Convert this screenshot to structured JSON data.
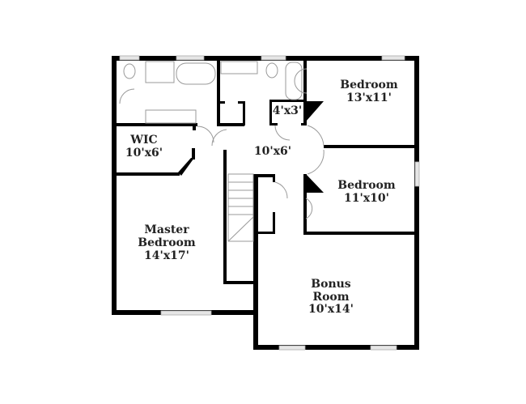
{
  "rooms": [
    {
      "name": "Bedroom",
      "size": "13'x11'"
    },
    {
      "name": "Bedroom",
      "size": "11'x10'"
    },
    {
      "name": "WIC",
      "size": "10'x6'"
    },
    {
      "name": "Master",
      "name2": "Bedroom",
      "size": "14'x17'"
    },
    {
      "name": "Bonus",
      "name2": "Room",
      "size": "10'x14'"
    },
    {
      "size": "10'x6'"
    },
    {
      "size": "4'x3'"
    }
  ],
  "colors": {
    "wall": "#000000",
    "fixture": "#999999",
    "window": "#e6e6e6"
  }
}
